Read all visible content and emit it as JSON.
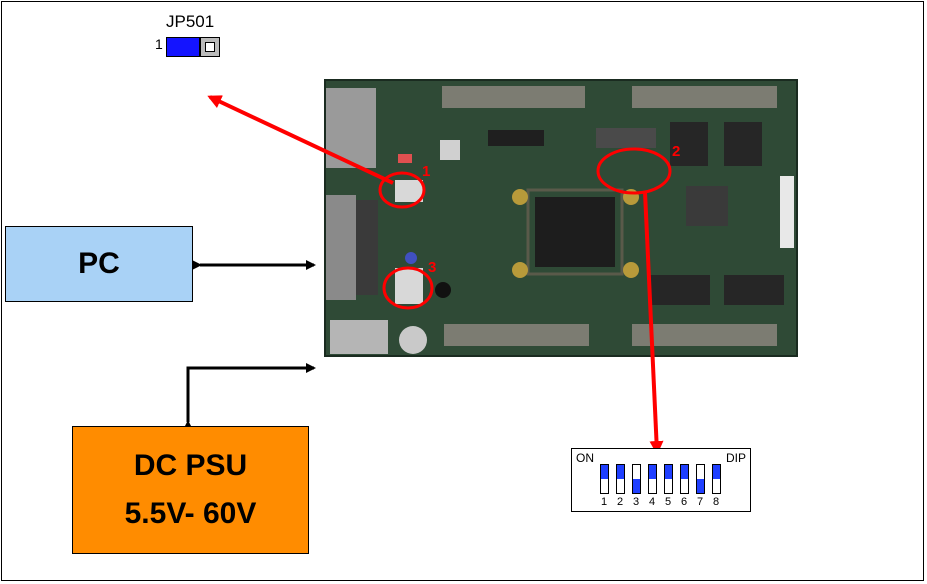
{
  "jumper": {
    "label": "JP501",
    "pin_label": "1"
  },
  "markers": [
    "1",
    "2",
    "3"
  ],
  "pc": {
    "label": "PC"
  },
  "psu": {
    "line1": "DC PSU",
    "line2": "5.5V- 60V"
  },
  "dip": {
    "on_label": "ON",
    "title": "DIP",
    "switches": [
      {
        "number": "1",
        "state": "on"
      },
      {
        "number": "2",
        "state": "on"
      },
      {
        "number": "3",
        "state": "off"
      },
      {
        "number": "4",
        "state": "on"
      },
      {
        "number": "5",
        "state": "on"
      },
      {
        "number": "6",
        "state": "on"
      },
      {
        "number": "7",
        "state": "off"
      },
      {
        "number": "8",
        "state": "on"
      }
    ]
  },
  "colors": {
    "pc_fill": "#a9d2f6",
    "psu_fill": "#ff8c00",
    "jumper_fill": "#1414ff",
    "dip_knob": "#1f3fff",
    "callout": "#ff0000",
    "board": "#2f4a36"
  }
}
